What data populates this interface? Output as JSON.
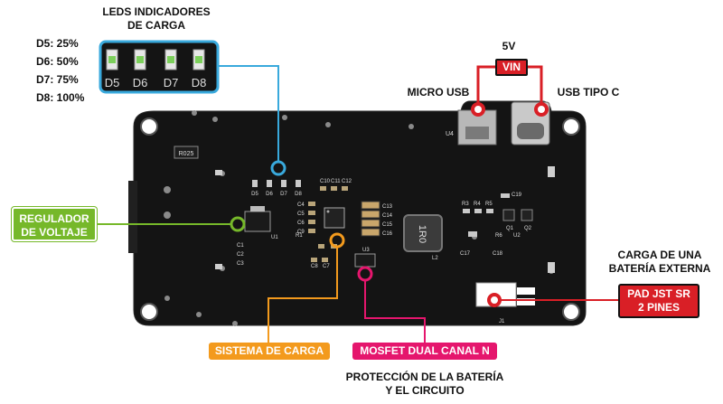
{
  "leds_title": [
    "LEDS INDICADORES",
    "DE CARGA"
  ],
  "led_levels": [
    "D5: 25%",
    "D6: 50%",
    "D7: 75%",
    "D8: 100%"
  ],
  "led_box_labels": [
    "D5",
    "D6",
    "D7",
    "D8"
  ],
  "voltage": {
    "value": "5V",
    "tag": "VIN"
  },
  "connectors": {
    "micro": "MICRO USB",
    "usbc": "USB TIPO C"
  },
  "regulator": [
    "REGULADOR",
    "DE VOLTAJE"
  ],
  "charging_system": "SISTEMA DE CARGA",
  "mosfet": "MOSFET DUAL CANAL N",
  "protection": [
    "PROTECCIÓN DE LA BATERÍA",
    "Y EL CIRCUITO"
  ],
  "external_battery": [
    "CARGA DE UNA",
    "BATERÍA EXTERNA"
  ],
  "jst_pad": [
    "PAD JST SR",
    "2 PINES"
  ],
  "pcb_silkscreen": {
    "led_refs": [
      "D5",
      "D6",
      "D7",
      "D8"
    ],
    "caps_top": [
      "C10",
      "C11",
      "C12"
    ],
    "caps_left": [
      "C4",
      "C5",
      "C6",
      "C9"
    ],
    "caps_right": [
      "C13",
      "C14",
      "C15",
      "C16"
    ],
    "bottom_caps": [
      "C8",
      "C2",
      "C3",
      "C7"
    ],
    "u1": "U1",
    "u2": "U2",
    "u3": "U3",
    "u4": "U4",
    "j1": "J1",
    "l2": "L2",
    "inductor_code": "1R0",
    "resistor_code": "R025",
    "r_refs": [
      "R3",
      "R4",
      "R5",
      "R6"
    ],
    "q_refs": [
      "Q1",
      "Q2"
    ],
    "c17": "C17",
    "c18": "C18",
    "c19": "C19",
    "c1": "C1",
    "r1": "R1"
  },
  "colors": {
    "pcb": "#141414",
    "led_box": "#39a9dc",
    "vin": "#d91f26",
    "regulator": "#76b82a",
    "charging": "#f39a1d",
    "mosfet": "#e5166d",
    "pad": "#d91f26"
  }
}
